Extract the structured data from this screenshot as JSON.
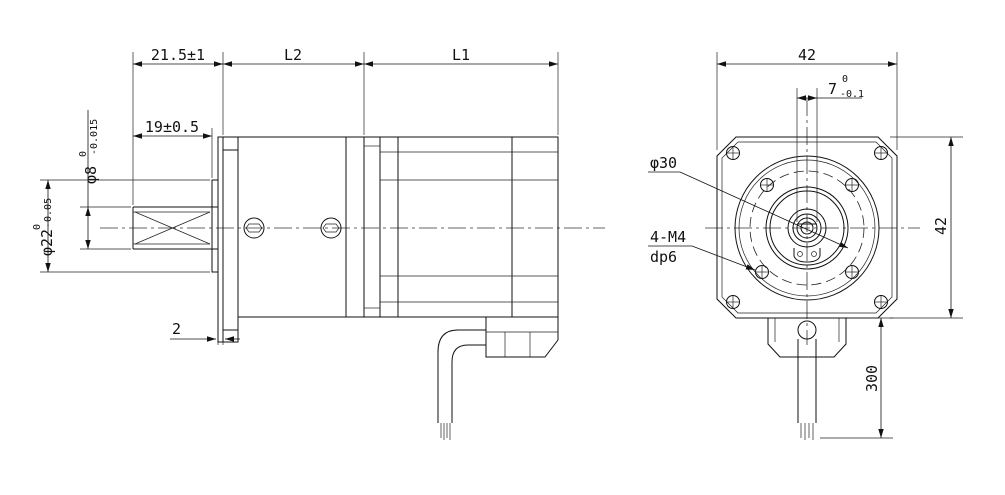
{
  "side_view": {
    "dim_flange_to_shaft_end": "21.5±1",
    "dim_gearbox_length": "L2",
    "dim_motor_length": "L1",
    "dim_shaft_length": "19±0.5",
    "shaft_dia_main": "φ8",
    "shaft_dia_tol_upper": "0",
    "shaft_dia_tol_lower": "-0.015",
    "pilot_dia_main": "φ22",
    "pilot_dia_tol_upper": "0",
    "pilot_dia_tol_lower": "-0.05",
    "dim_flange_thickness": "2"
  },
  "front_view": {
    "dim_width": "42",
    "dim_height": "42",
    "keyway_main": "7",
    "keyway_tol_upper": "0",
    "keyway_tol_lower": "-0.1",
    "bolt_circle": "φ30",
    "thread_spec": "4-M4",
    "thread_depth": "dp6",
    "wire_length": "300"
  }
}
